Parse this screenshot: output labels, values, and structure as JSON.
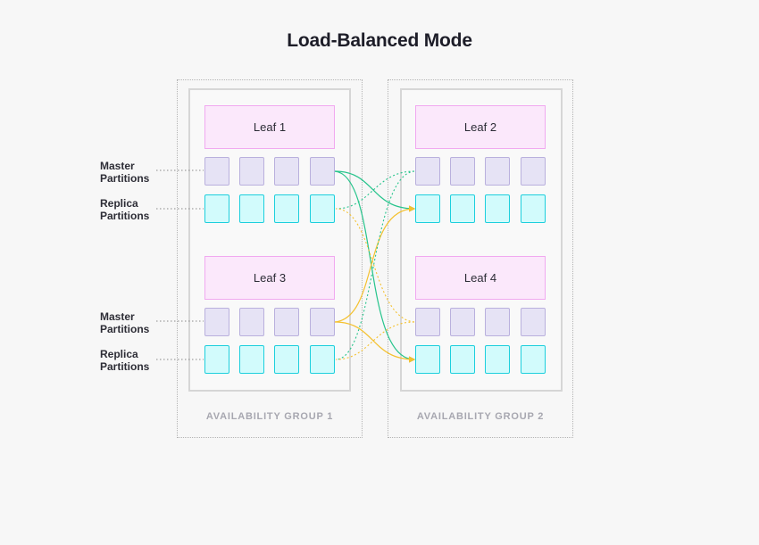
{
  "title": "Load-Balanced Mode",
  "groups": [
    {
      "label": "AVAILABILITY GROUP 1"
    },
    {
      "label": "AVAILABILITY GROUP 2"
    }
  ],
  "leaves": [
    {
      "label": "Leaf 1"
    },
    {
      "label": "Leaf 2"
    },
    {
      "label": "Leaf 3"
    },
    {
      "label": "Leaf 4"
    }
  ],
  "row_labels": {
    "master": "Master\nPartitions",
    "replica": "Replica\nPartitions"
  },
  "colors": {
    "master_fill": "#e6e3f5",
    "replica_fill": "#d2fbfc",
    "leaf_fill": "#fbe8fb",
    "green_link": "#27c48c",
    "orange_link": "#f4c12f"
  }
}
